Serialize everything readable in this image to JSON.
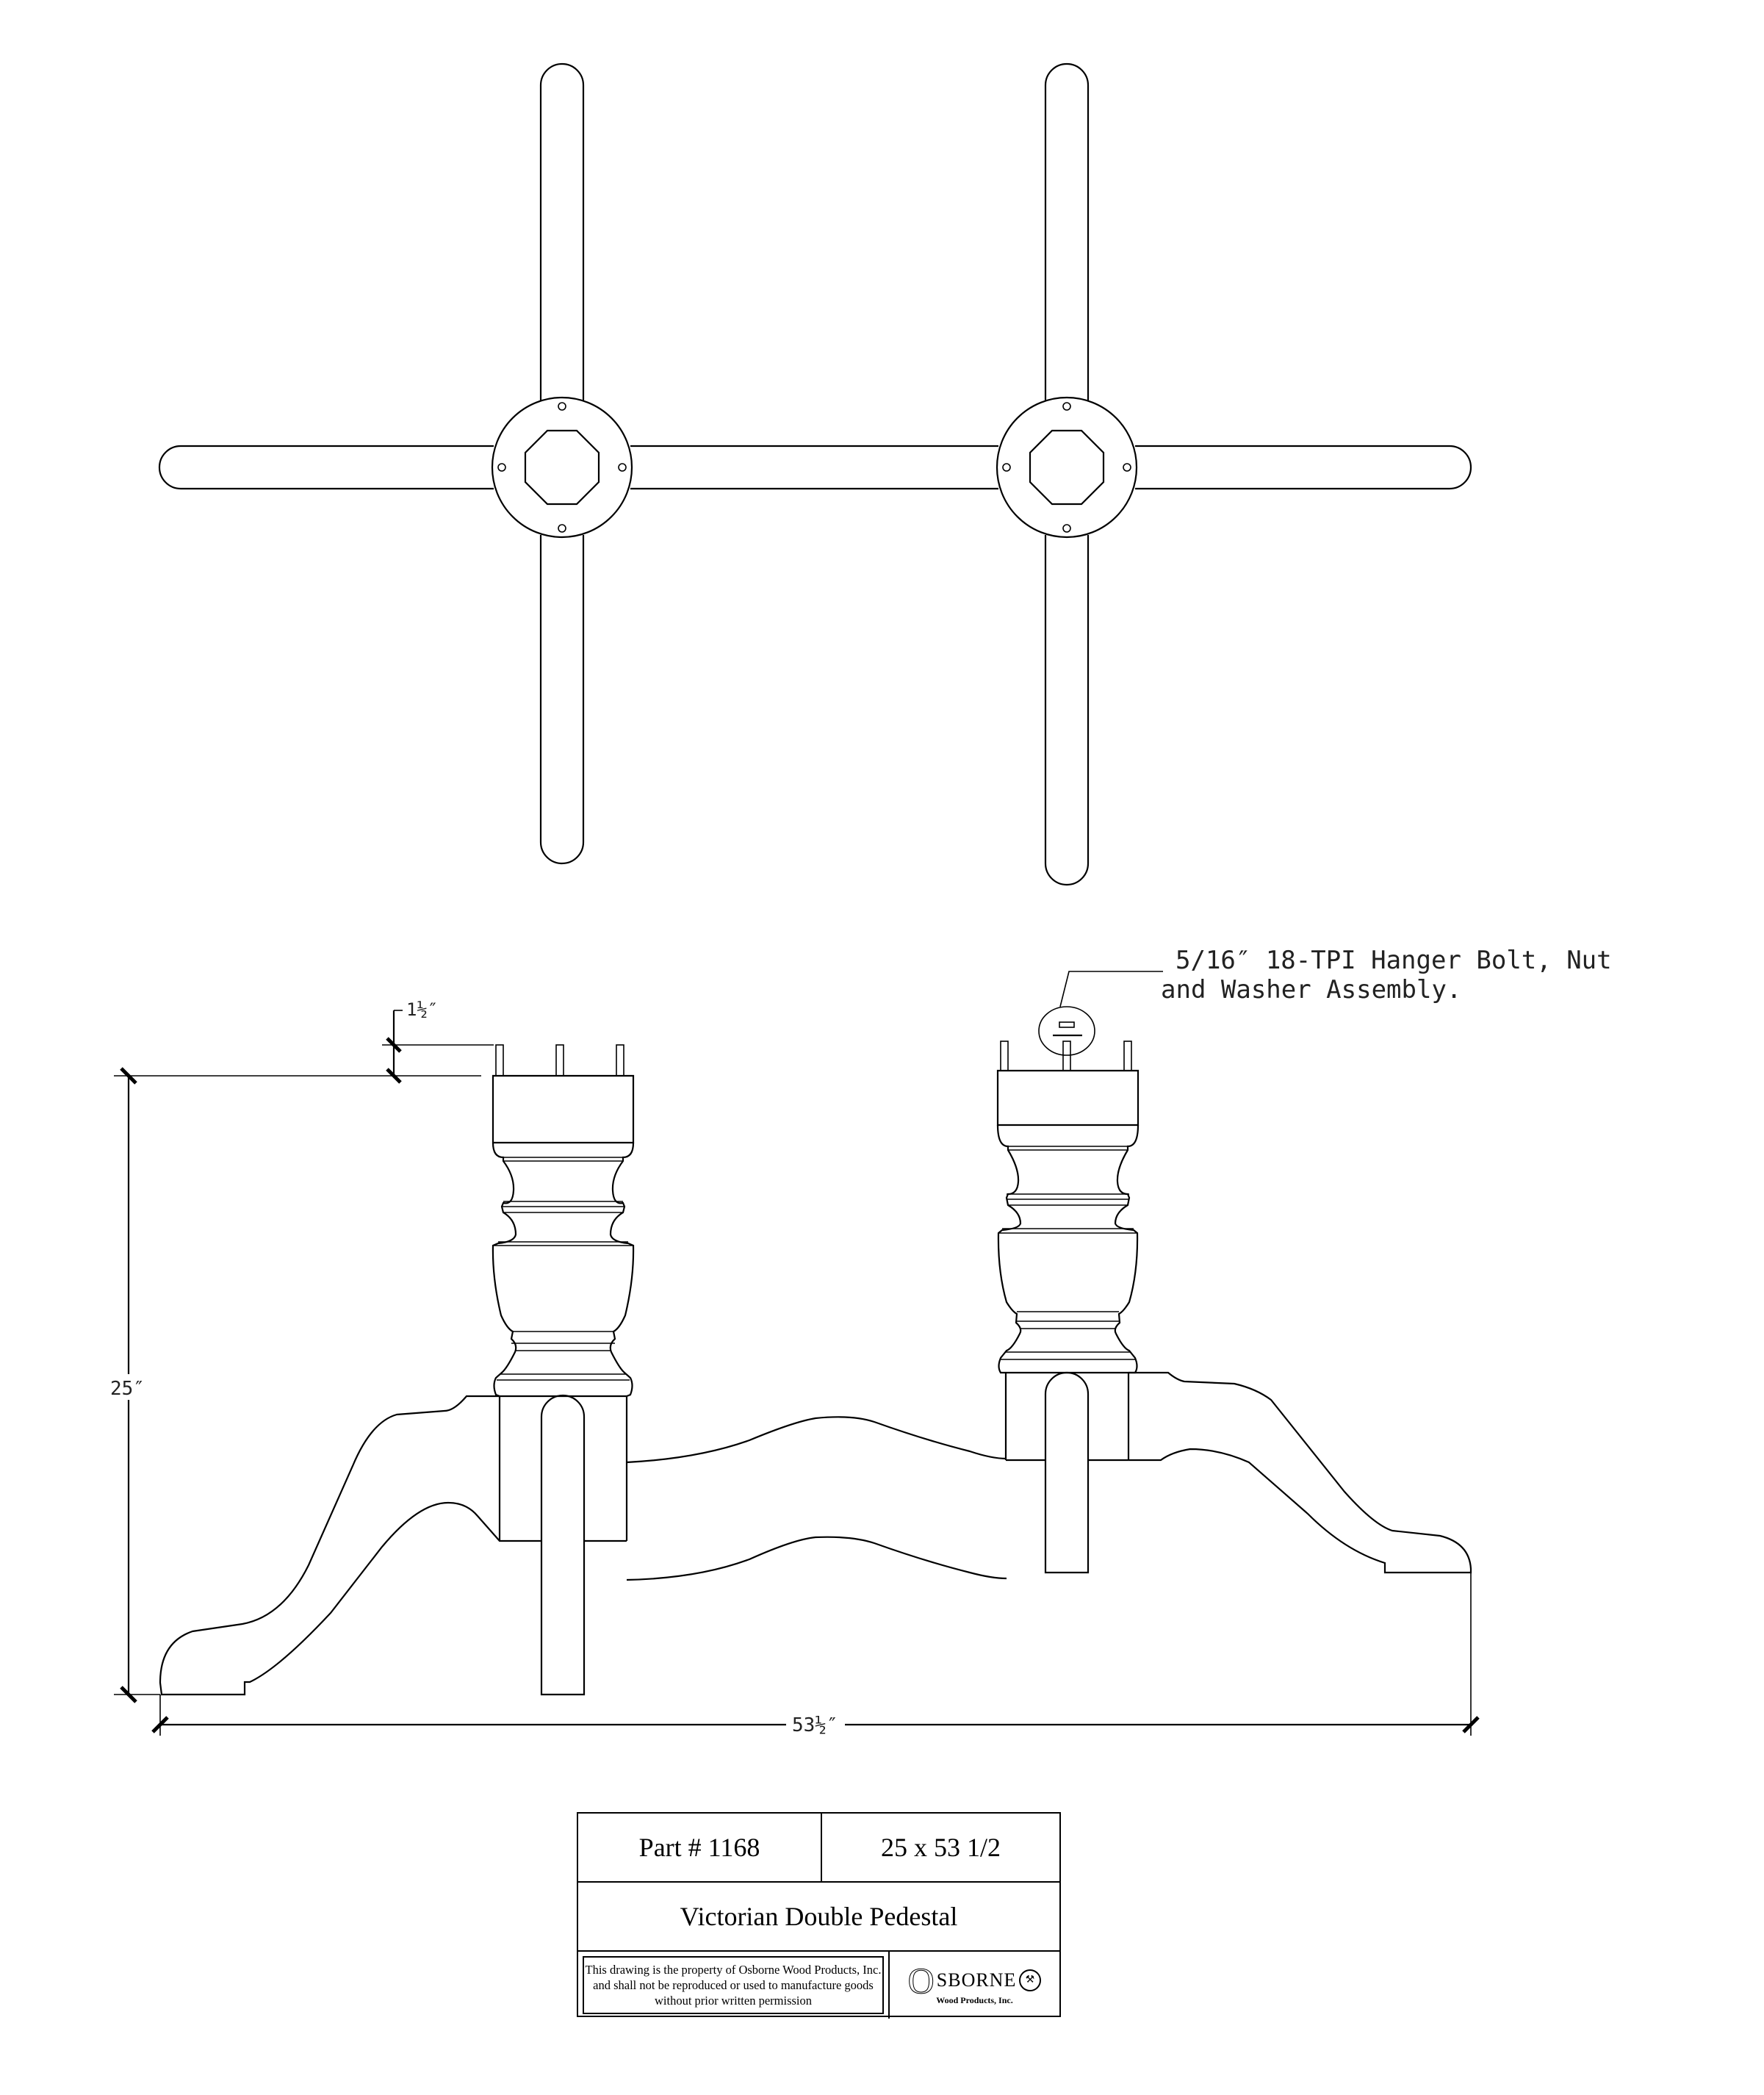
{
  "drawing": {
    "title": "Victorian Double Pedestal",
    "views": [
      "top-view",
      "front-elevation"
    ],
    "dimensions": {
      "height": "25″",
      "width": "53½″",
      "bolt_projection": "1½″"
    },
    "callout": {
      "line1": "5/16″ 18-TPI Hanger Bolt, Nut",
      "line2": "and Washer Assembly."
    }
  },
  "title_block": {
    "part": "Part # 1168",
    "size": "25 x 53 1/2",
    "name": "Victorian Double Pedestal",
    "notice": "This drawing is the property of Osborne Wood Products, Inc. and shall not be reproduced or used to manufacture goods without prior written permission",
    "logo_name": "SBORNE",
    "logo_initial": "O",
    "logo_sub": "Wood Products, Inc."
  },
  "colors": {
    "line": "#000000",
    "background": "#ffffff"
  }
}
